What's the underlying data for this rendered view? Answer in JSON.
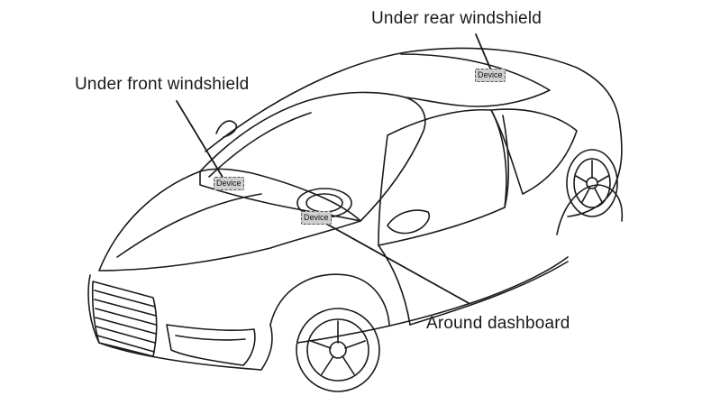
{
  "callouts": {
    "rear_windshield": "Under rear windshield",
    "front_windshield": "Under front windshield",
    "dashboard": "Around dashboard"
  },
  "device_labels": {
    "rear": "Device",
    "front": "Device",
    "dashboard": "Device"
  },
  "colors": {
    "line": "#1a1a1a",
    "device_fill": "#cfcfcf"
  }
}
